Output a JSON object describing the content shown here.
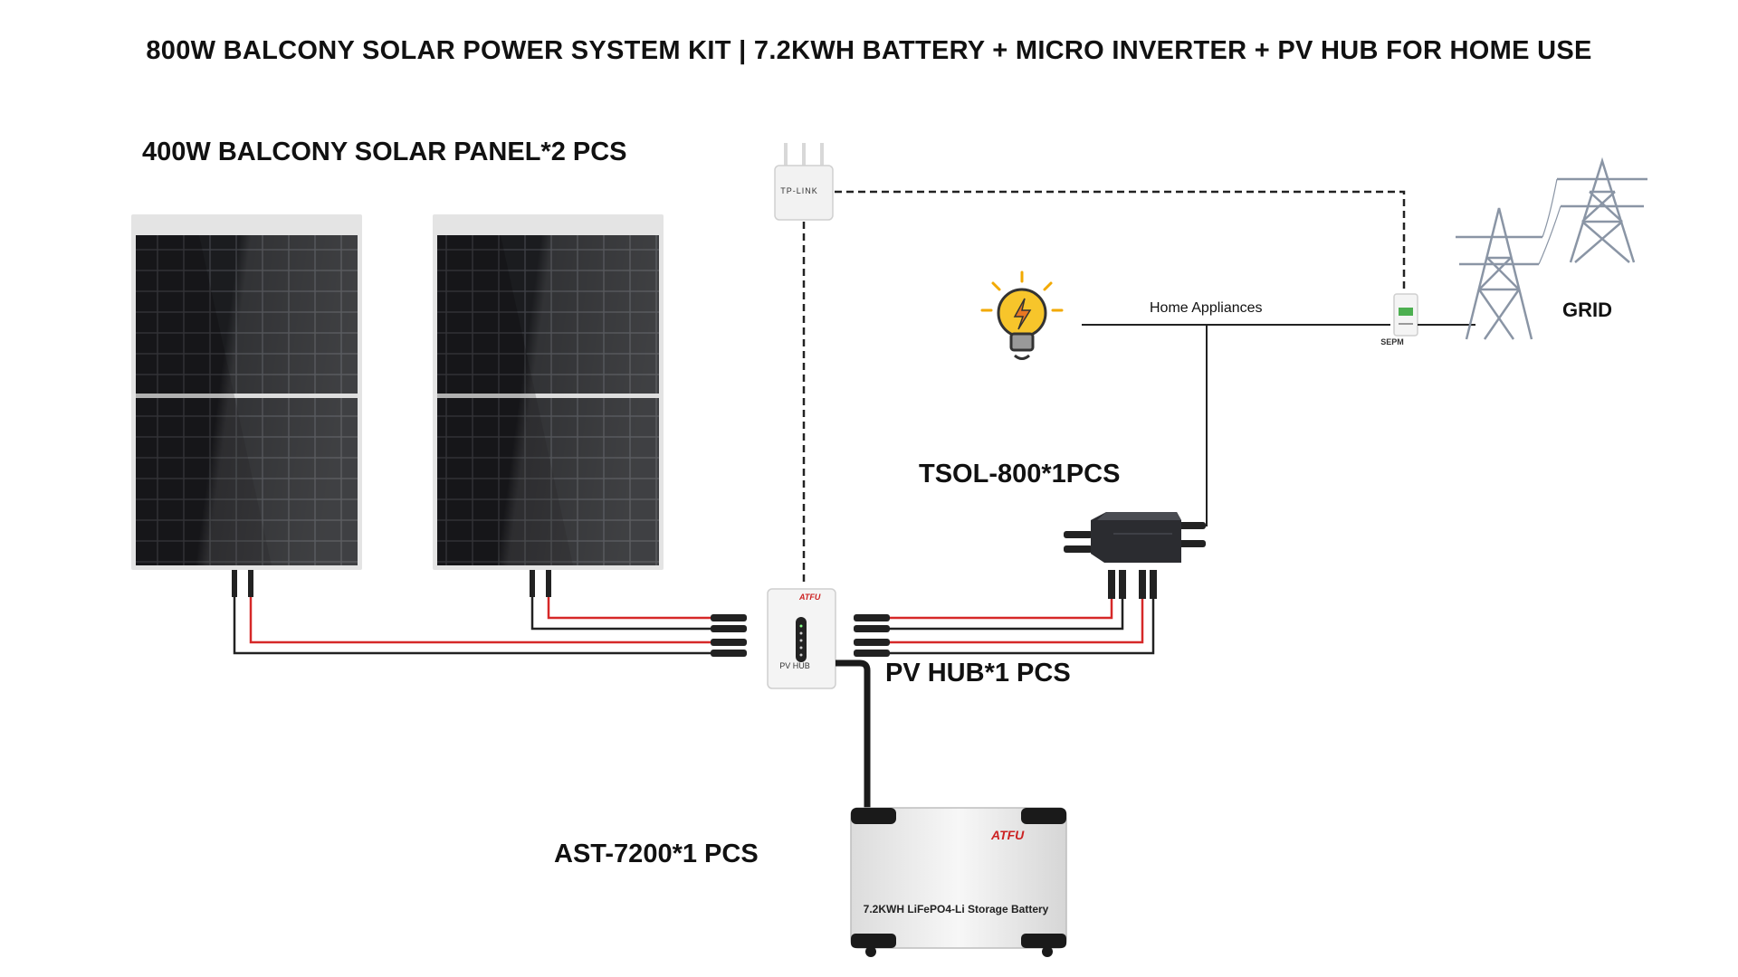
{
  "title": "800W BALCONY SOLAR POWER SYSTEM KIT | 7.2KWH BATTERY +  MICRO INVERTER + PV HUB FOR HOME USE",
  "components": {
    "solar_panel": {
      "label": "400W BALCONY SOLAR PANEL*2 PCS",
      "count": 2
    },
    "router": {
      "text": "TP-LINK"
    },
    "micro_inverter": {
      "label": "TSOL-800*1PCS"
    },
    "pv_hub": {
      "label": "PV HUB*1 PCS",
      "text": "PV HUB",
      "brand": "ATFU"
    },
    "battery": {
      "label": "AST-7200*1 PCS",
      "text": "7.2KWH LiFePO4-Li Storage Battery",
      "brand": "ATFU"
    },
    "meter": {
      "text": "SEPM"
    },
    "grid": {
      "label": "GRID"
    },
    "appliances": {
      "label": "Home Appliances"
    }
  },
  "colors": {
    "dc_positive": "#d62828",
    "dc_negative": "#222222",
    "communication": "#222222",
    "panel_cell": "#1b1c1f",
    "brand": "#cc2222"
  },
  "icons": [
    "router-icon",
    "lightbulb-icon",
    "meter-icon",
    "transmission-tower-icon"
  ]
}
